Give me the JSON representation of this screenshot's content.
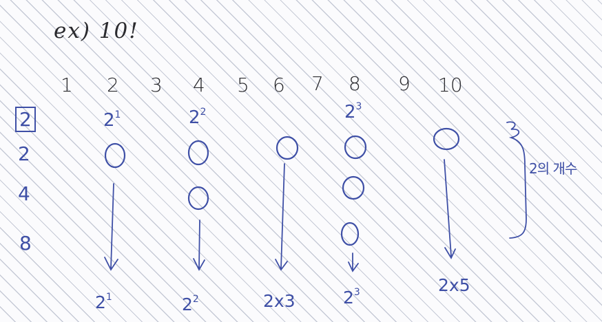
{
  "title": "ex) 10!",
  "numbers": [
    "1",
    "2",
    "3",
    "4",
    "5",
    "6",
    "7",
    "8",
    "9",
    "10"
  ],
  "side_labels": [
    "2",
    "2",
    "4",
    "8"
  ],
  "powers": [
    {
      "base": "2",
      "exp": "1"
    },
    {
      "base": "2",
      "exp": "2"
    },
    {
      "base": "2",
      "exp": "3"
    }
  ],
  "results": [
    {
      "base": "2",
      "exp": "1"
    },
    {
      "base": "2",
      "exp": "2"
    },
    {
      "base": "2x3",
      "exp": ""
    },
    {
      "base": "2",
      "exp": "3"
    },
    {
      "base": "2x5",
      "exp": ""
    }
  ],
  "note": "2의 개수",
  "colors": {
    "ink_black": "#2a2a2e",
    "ink_blue": "#3e4fa6",
    "paper": "#fbfbfd",
    "lines": "#c6cad6"
  }
}
